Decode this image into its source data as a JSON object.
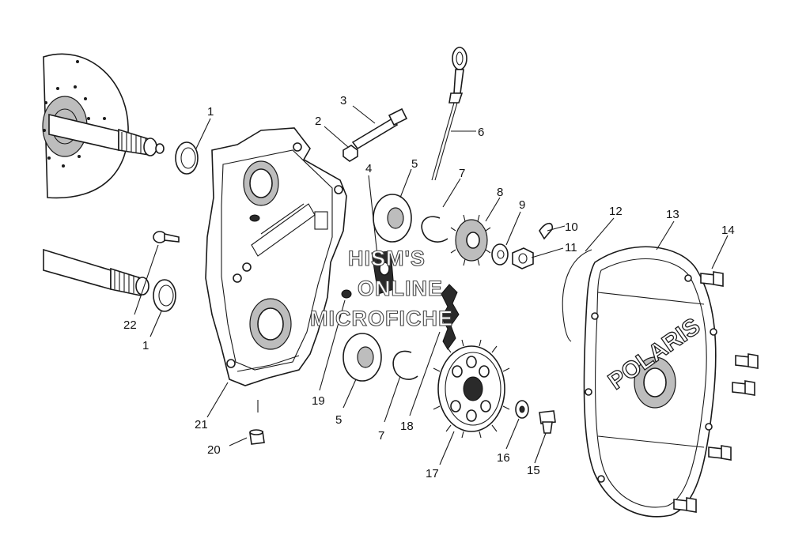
{
  "watermark": {
    "line1": "HISM'S",
    "line2": "ONLINE",
    "line3": "MICROFICHE"
  },
  "cover_logo": "POLARIS",
  "callouts": [
    {
      "id": "c1a",
      "label": "1"
    },
    {
      "id": "c1b",
      "label": "1"
    },
    {
      "id": "c2",
      "label": "2"
    },
    {
      "id": "c3",
      "label": "3"
    },
    {
      "id": "c4",
      "label": "4"
    },
    {
      "id": "c5a",
      "label": "5"
    },
    {
      "id": "c5b",
      "label": "5"
    },
    {
      "id": "c6",
      "label": "6"
    },
    {
      "id": "c7a",
      "label": "7"
    },
    {
      "id": "c7b",
      "label": "7"
    },
    {
      "id": "c8",
      "label": "8"
    },
    {
      "id": "c9",
      "label": "9"
    },
    {
      "id": "c10",
      "label": "10"
    },
    {
      "id": "c11",
      "label": "11"
    },
    {
      "id": "c12",
      "label": "12"
    },
    {
      "id": "c13",
      "label": "13"
    },
    {
      "id": "c14",
      "label": "14"
    },
    {
      "id": "c15",
      "label": "15"
    },
    {
      "id": "c16",
      "label": "16"
    },
    {
      "id": "c17",
      "label": "17"
    },
    {
      "id": "c18",
      "label": "18"
    },
    {
      "id": "c19",
      "label": "19"
    },
    {
      "id": "c20",
      "label": "20"
    },
    {
      "id": "c21",
      "label": "21"
    },
    {
      "id": "c22",
      "label": "22"
    }
  ]
}
